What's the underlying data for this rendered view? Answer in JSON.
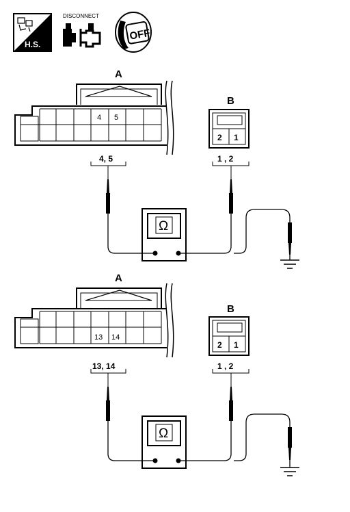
{
  "header": {
    "hs_label": "H.S.",
    "disconnect_label": "DISCONNECT",
    "off_label": "OFF"
  },
  "step1": {
    "connector_a_label": "A",
    "connector_a_pin1": "4",
    "connector_a_pin2": "5",
    "connector_b_label": "B",
    "connector_b_pin_left": "2",
    "connector_b_pin_right": "1",
    "probe_a_terminals": "4, 5",
    "probe_b_terminals": "1 , 2",
    "meter_symbol": "Ω"
  },
  "step2": {
    "connector_a_label": "A",
    "connector_a_pin1": "13",
    "connector_a_pin2": "14",
    "connector_b_label": "B",
    "connector_b_pin_left": "2",
    "connector_b_pin_right": "1",
    "probe_a_terminals": "13, 14",
    "probe_b_terminals": "1 , 2",
    "meter_symbol": "Ω"
  }
}
